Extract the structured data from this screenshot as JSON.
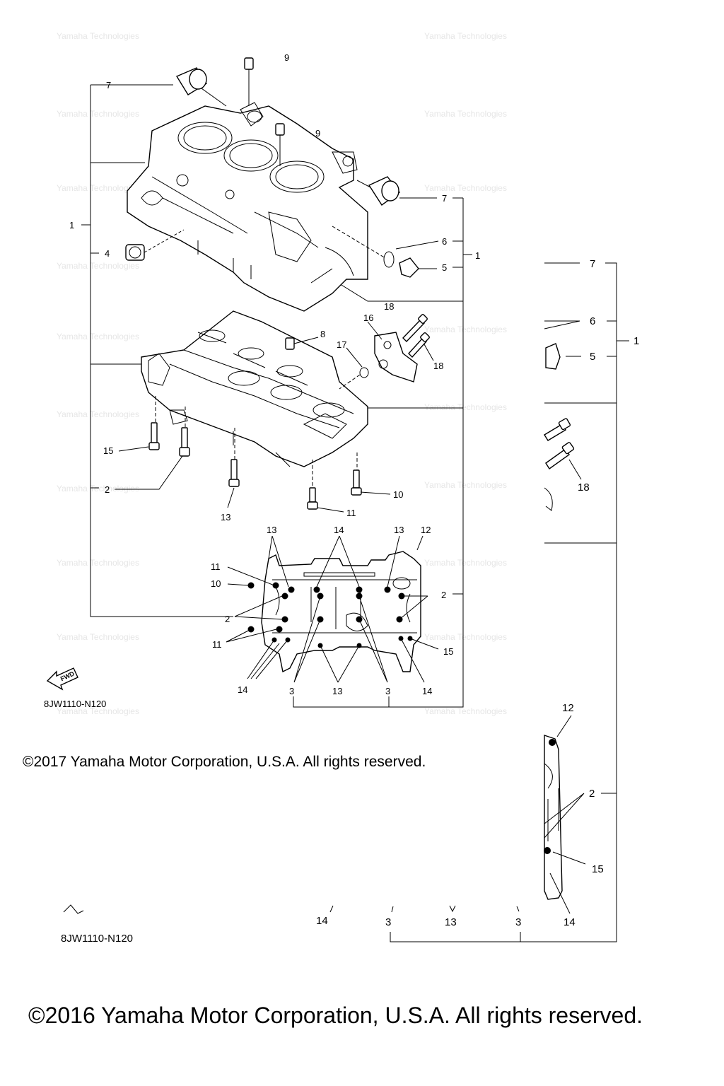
{
  "diagram": {
    "copyright_top": "©2017 Yamaha Motor Corporation, U.S.A. All rights reserved.",
    "copyright_bottom": "©2016 Yamaha Motor Corporation, U.S.A. All rights reserved.",
    "diagram_code_top": "8JW1110-N120",
    "diagram_code_bottom": "8JW1110-N120",
    "fwd_label": "FWD",
    "watermark": "Yamaha Technologies",
    "callouts_top": {
      "c9a": "9",
      "c9b": "9",
      "c7a": "7",
      "c7b": "7",
      "c1a": "1",
      "c1b": "1",
      "c4": "4",
      "c6": "6",
      "c5": "5",
      "c8": "8",
      "c18a": "18",
      "c16": "16",
      "c17": "17",
      "c18b": "18",
      "c15": "15",
      "c2a": "2",
      "c10": "10",
      "c11": "11",
      "c13": "13"
    },
    "callouts_bolt": {
      "b13a": "13",
      "b14a": "14",
      "b13b": "13",
      "b12": "12",
      "b11a": "11",
      "b10": "10",
      "b2a": "2",
      "b2b": "2",
      "b11b": "11",
      "b15": "15",
      "b14b": "14",
      "b3a": "3",
      "b13c": "13",
      "b3b": "3",
      "b14c": "14"
    },
    "callouts_right": {
      "r7": "7",
      "r6": "6",
      "r5": "5",
      "r1": "1",
      "r18": "18",
      "r12": "12",
      "r2": "2",
      "r15": "15",
      "r14a": "14",
      "r3a": "3",
      "r13": "13",
      "r3b": "3",
      "r14b": "14"
    }
  }
}
